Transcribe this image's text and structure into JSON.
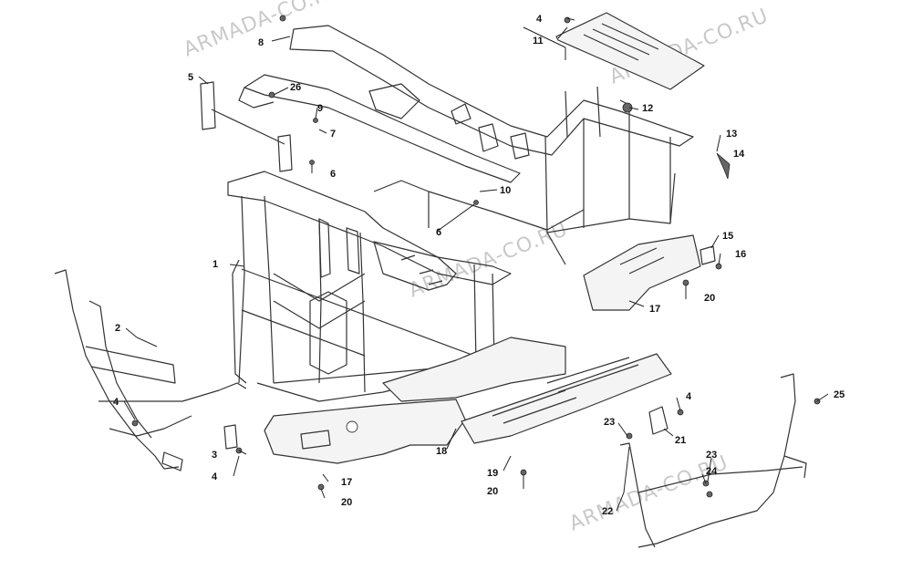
{
  "watermark": "ARMADA-CO.RU",
  "callouts": {
    "c1": "1",
    "c2": "2",
    "c3": "3",
    "c4a": "4",
    "c4b": "4",
    "c4c": "4",
    "c4d": "4",
    "c5": "5",
    "c6a": "6",
    "c6b": "6",
    "c7": "7",
    "c8": "8",
    "c9": "9",
    "c10": "10",
    "c11": "11",
    "c12": "12",
    "c13": "13",
    "c14": "14",
    "c15": "15",
    "c16": "16",
    "c17a": "17",
    "c17b": "17",
    "c18": "18",
    "c19": "19",
    "c20a": "20",
    "c20b": "20",
    "c20c": "20",
    "c21": "21",
    "c22": "22",
    "c23a": "23",
    "c23b": "23",
    "c24": "24",
    "c25": "25",
    "c26": "26"
  }
}
